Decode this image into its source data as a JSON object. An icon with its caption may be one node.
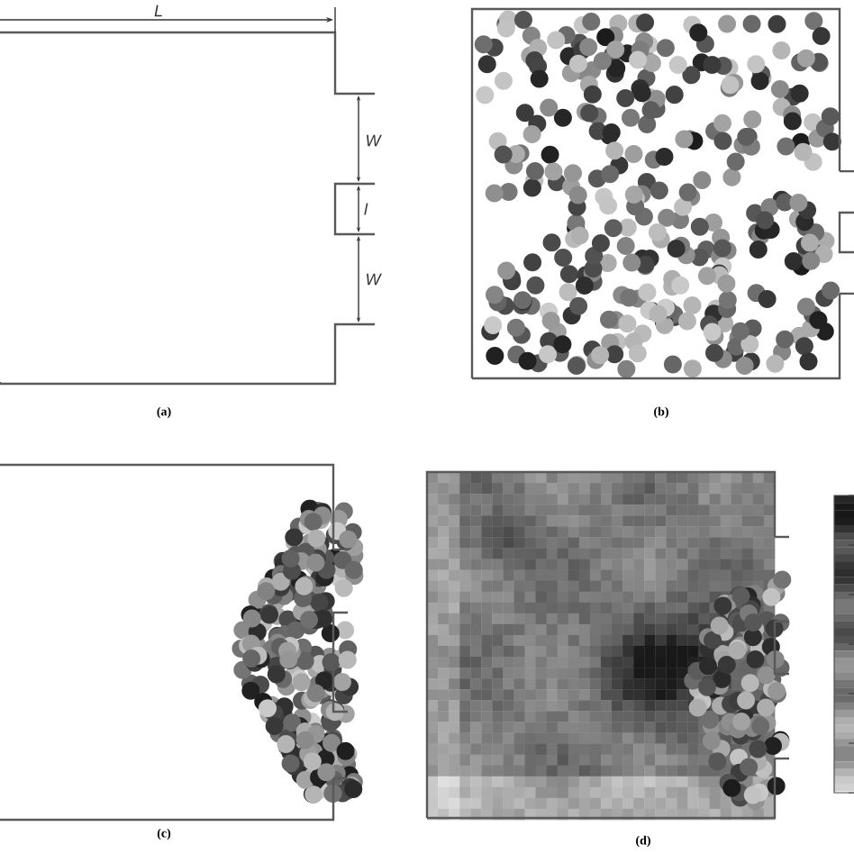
{
  "diagram": {
    "labels": [
      "L",
      "W",
      "l",
      "W",
      "(a)",
      "(b)",
      "(c)",
      "(d)"
    ]
  }
}
